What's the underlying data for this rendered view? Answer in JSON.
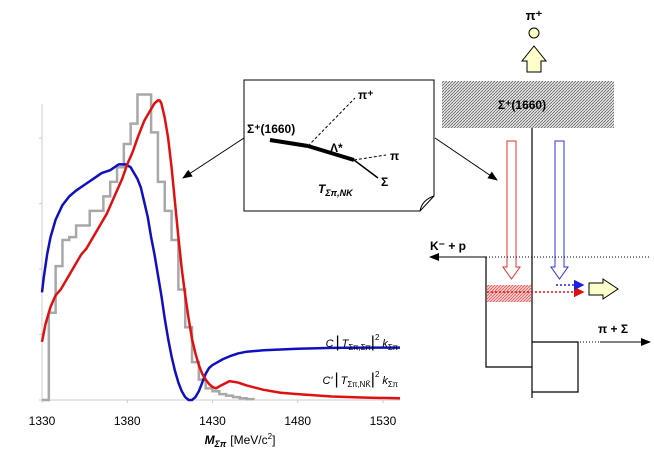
{
  "chart_data": {
    "type": "line",
    "xlabel_symbol": "M",
    "xlabel_sub": "Σπ",
    "xlabel_unit": "[MeV/c",
    "xlabel_unit_sup": "2",
    "xlabel_unit_end": "]",
    "xlim": [
      1330,
      1540
    ],
    "x_ticks": [
      "1330",
      "1380",
      "1430",
      "1480",
      "1530"
    ],
    "series": [
      {
        "name": "C|TΣπ,Σπ|² kΣπ",
        "color": "#1010c0",
        "x": [
          1330,
          1331,
          1333,
          1335,
          1338,
          1342,
          1346,
          1350,
          1355,
          1360,
          1365,
          1370,
          1375,
          1379,
          1382,
          1384,
          1386,
          1388,
          1390,
          1392,
          1394,
          1396,
          1398,
          1400,
          1402,
          1404,
          1406,
          1408,
          1410,
          1412,
          1414,
          1416,
          1418,
          1420,
          1422,
          1424,
          1426,
          1428,
          1430,
          1433,
          1436,
          1440,
          1445,
          1450,
          1460,
          1480,
          1500,
          1520,
          1540
        ],
        "y": [
          0.37,
          0.42,
          0.5,
          0.56,
          0.62,
          0.67,
          0.7,
          0.72,
          0.74,
          0.76,
          0.78,
          0.79,
          0.81,
          0.81,
          0.8,
          0.78,
          0.76,
          0.73,
          0.68,
          0.63,
          0.56,
          0.5,
          0.43,
          0.36,
          0.28,
          0.21,
          0.15,
          0.1,
          0.06,
          0.03,
          0.01,
          0.0,
          0.0,
          0.01,
          0.03,
          0.06,
          0.09,
          0.11,
          0.12,
          0.13,
          0.14,
          0.15,
          0.16,
          0.166,
          0.171,
          0.176,
          0.179,
          0.18,
          0.18
        ]
      },
      {
        "name": "C'|TΣπ,NK̄|² kΣπ",
        "color": "#e01010",
        "x": [
          1330,
          1332,
          1335,
          1338,
          1341,
          1344,
          1347,
          1350,
          1353,
          1356,
          1359,
          1362,
          1365,
          1368,
          1371,
          1374,
          1377,
          1380,
          1383,
          1386,
          1388,
          1390,
          1392,
          1394,
          1396,
          1398,
          1399,
          1400,
          1402,
          1404,
          1406,
          1408,
          1410,
          1412,
          1414,
          1416,
          1418,
          1420,
          1422,
          1424,
          1426,
          1428,
          1430,
          1432,
          1435,
          1440,
          1445,
          1450,
          1460,
          1470,
          1480,
          1500,
          1520,
          1540
        ],
        "y": [
          0.2,
          0.26,
          0.32,
          0.36,
          0.38,
          0.41,
          0.44,
          0.47,
          0.5,
          0.52,
          0.55,
          0.58,
          0.61,
          0.64,
          0.68,
          0.72,
          0.76,
          0.81,
          0.85,
          0.9,
          0.93,
          0.96,
          0.98,
          1.0,
          1.02,
          1.03,
          1.03,
          1.02,
          0.97,
          0.9,
          0.8,
          0.68,
          0.56,
          0.45,
          0.36,
          0.28,
          0.21,
          0.16,
          0.12,
          0.09,
          0.07,
          0.055,
          0.045,
          0.04,
          0.05,
          0.065,
          0.06,
          0.05,
          0.035,
          0.025,
          0.02,
          0.012,
          0.008,
          0.006
        ]
      },
      {
        "name": "histogram",
        "color": "#a8a8a8",
        "x": [
          1330,
          1334,
          1338,
          1342,
          1346,
          1350,
          1354,
          1358,
          1362,
          1366,
          1370,
          1374,
          1378,
          1382,
          1386,
          1390,
          1394,
          1398,
          1402,
          1406,
          1410,
          1414,
          1418,
          1422,
          1426,
          1430,
          1434,
          1438,
          1442,
          1446,
          1450,
          1454
        ],
        "y": [
          0.0,
          0.3,
          0.46,
          0.55,
          0.56,
          0.6,
          0.6,
          0.65,
          0.65,
          0.7,
          0.75,
          0.8,
          0.88,
          0.95,
          1.05,
          1.05,
          0.92,
          0.75,
          0.65,
          0.55,
          0.38,
          0.25,
          0.13,
          0.07,
          0.04,
          0.03,
          0.02,
          0.015,
          0.01,
          0.006,
          0.003,
          0.0
        ]
      }
    ],
    "labels": {
      "blue": {
        "pre": "C",
        "open": "|",
        "T": "T",
        "sub": "Σπ,Σπ",
        "close": "|",
        "sup": "2",
        "k": "k",
        "ksub": "Σπ"
      },
      "red": {
        "pre": "C'",
        "open": "|",
        "T": "T",
        "sub": "Σπ,NK̄",
        "close": "|",
        "sup": "2",
        "k": "k",
        "ksub": "Σπ"
      }
    }
  },
  "inset": {
    "sigma_star_label": "Σ⁺(1660)",
    "lambda_label": "Λ*",
    "pi_plus_label": "π⁺",
    "pi_label": "π",
    "sigma_label": "Σ",
    "t_label": "T",
    "t_sub": "Σπ,NK"
  },
  "level_diagram": {
    "pi_plus_top": "π⁺",
    "sigma1660_box": "Σ⁺(1660)",
    "kp_threshold": "K⁻ + p",
    "pisigma_threshold": "π + Σ"
  }
}
